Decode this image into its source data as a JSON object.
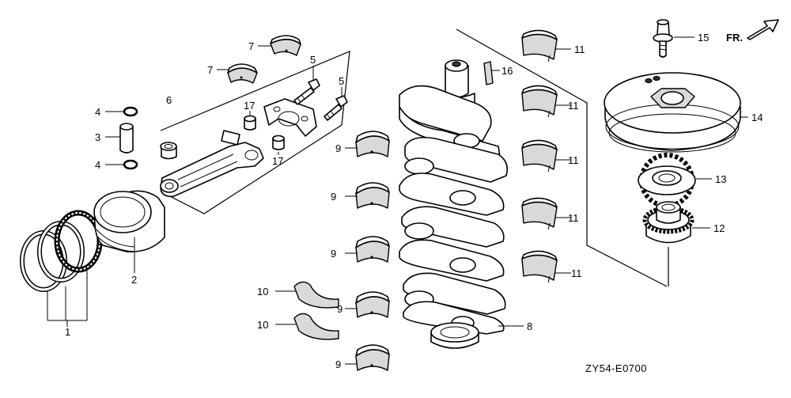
{
  "diagram": {
    "code": "ZY54-E0700",
    "direction_label": "FR.",
    "callouts": {
      "c1": "1",
      "c2": "2",
      "c3": "3",
      "c4a": "4",
      "c4b": "4",
      "c5a": "5",
      "c5b": "5",
      "c6": "6",
      "c7a": "7",
      "c7b": "7",
      "c8": "8",
      "c9a": "9",
      "c9b": "9",
      "c9c": "9",
      "c9d": "9",
      "c9e": "9",
      "c10a": "10",
      "c10b": "10",
      "c11a": "11",
      "c11b": "11",
      "c11c": "11",
      "c11d": "11",
      "c11e": "11",
      "c12": "12",
      "c13": "13",
      "c14": "14",
      "c15": "15",
      "c16": "16",
      "c17a": "17",
      "c17b": "17"
    }
  }
}
